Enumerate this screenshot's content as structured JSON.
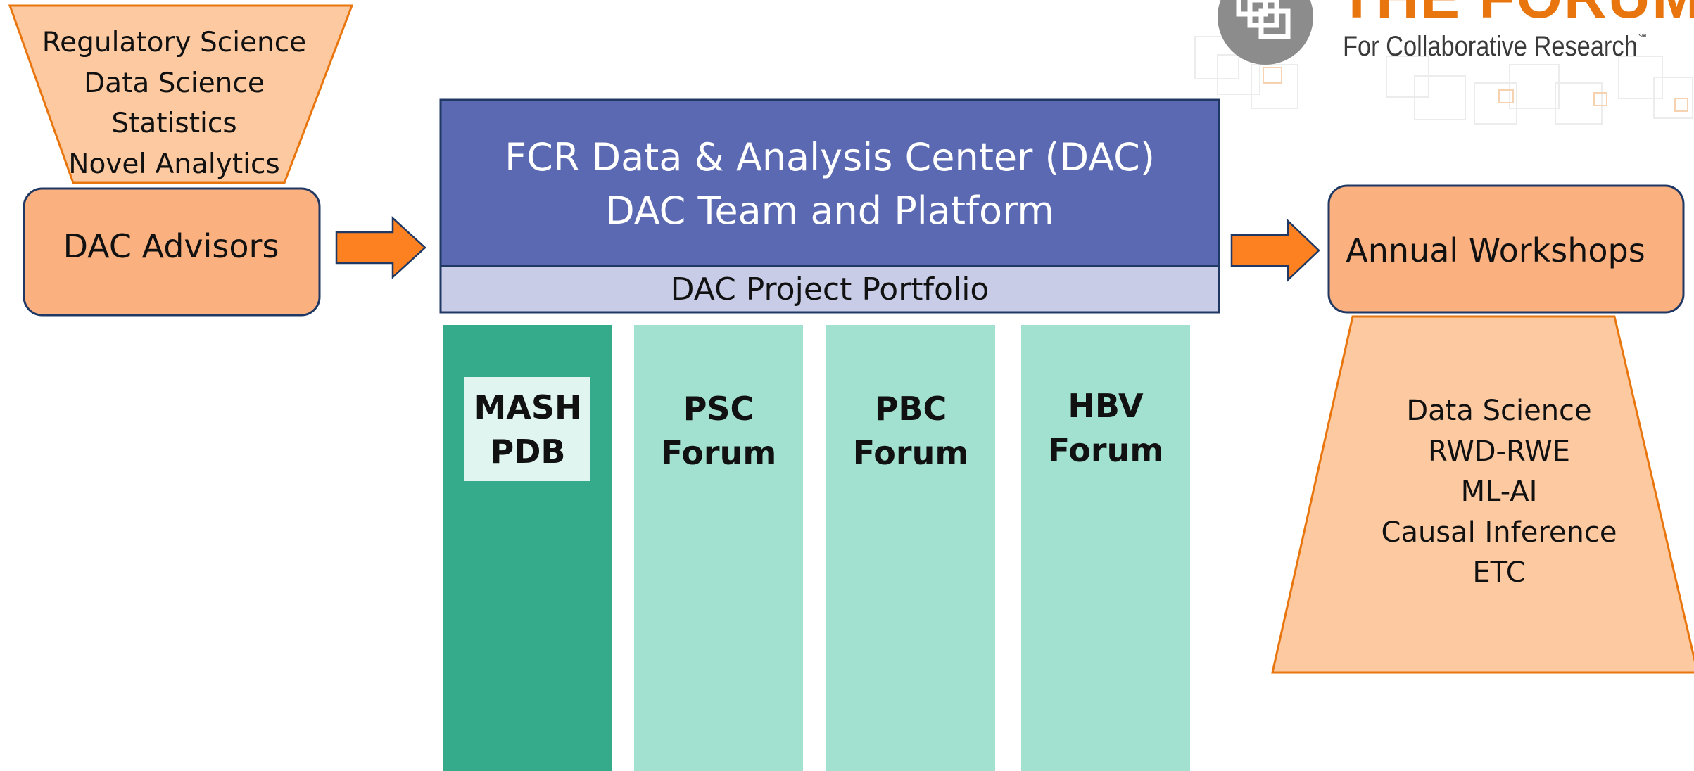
{
  "logo": {
    "title": "THE FORUM",
    "subtitle": "For Collaborative Research",
    "mark": "℠"
  },
  "left_topics": [
    "Regulatory Science",
    "Data Science",
    "Statistics",
    "Novel Analytics"
  ],
  "advisors": {
    "label": "DAC Advisors"
  },
  "dac": {
    "title_line1": "FCR Data & Analysis Center (DAC)",
    "title_line2": "DAC Team and Platform",
    "portfolio_label": "DAC Project Portfolio"
  },
  "projects": [
    {
      "line1": "MASH",
      "line2": "PDB"
    },
    {
      "line1": "PSC",
      "line2": "Forum"
    },
    {
      "line1": "PBC",
      "line2": "Forum"
    },
    {
      "line1": "HBV",
      "line2": "Forum"
    }
  ],
  "workshops": {
    "label": "Annual Workshops"
  },
  "right_topics": [
    "Data Science",
    "RWD-RWE",
    "ML-AI",
    "Causal Inference",
    "ETC"
  ],
  "colors": {
    "funnel_fill": "#fdc9a0",
    "funnel_stroke": "#e8750e",
    "box_fill": "#fbb07f",
    "box_stroke": "#1f3864",
    "arrow_fill": "#fd8021",
    "dac_fill": "#5a69b1",
    "portfolio_fill": "#c8cce6",
    "mash_fill": "#35ab8b",
    "forum_fill": "#a2e1cf",
    "mash_label_fill": "#e0f5ef",
    "logo_orange": "#e8750e"
  }
}
